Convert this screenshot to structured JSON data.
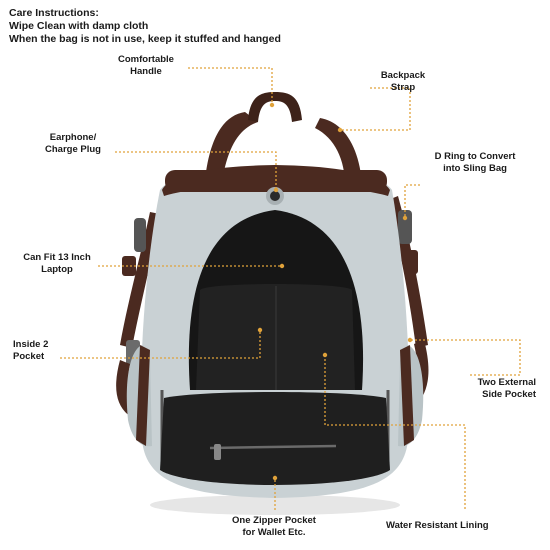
{
  "care": {
    "title": "Care Instructions:",
    "line1": "Wipe Clean with damp cloth",
    "line2": "When the bag is not in use, keep it stuffed and hanged"
  },
  "labels": {
    "handle": [
      "Comfortable",
      "Handle"
    ],
    "strap": [
      "Backpack",
      "Strap"
    ],
    "earphone": [
      "Earphone/",
      "Charge Plug"
    ],
    "dring": [
      "D Ring to Convert",
      "into Sling Bag"
    ],
    "laptop": [
      "Can Fit 13 Inch",
      "Laptop"
    ],
    "inside": [
      "Inside 2",
      "Pocket"
    ],
    "external": [
      "Two External",
      "Side Pocket"
    ],
    "zipper": [
      "One Zipper Pocket",
      "for Wallet Etc."
    ],
    "lining": [
      "Water Resistant Lining"
    ]
  },
  "colors": {
    "bag_body": "#c9d1d4",
    "leather": "#4b2a20",
    "lining": "#161616",
    "callout": "#e0a23a"
  }
}
